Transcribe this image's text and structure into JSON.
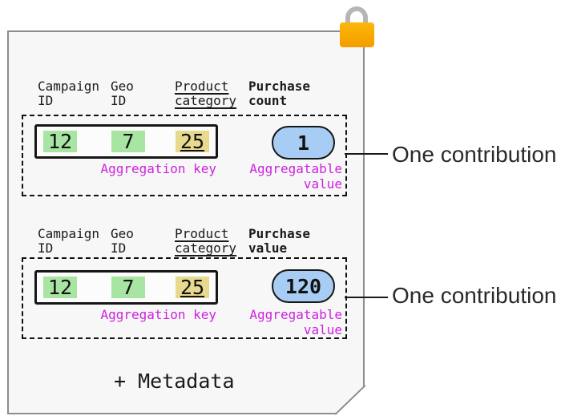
{
  "paper": {
    "metadata_label": "+ Metadata"
  },
  "lock": {
    "icon": "padlock-icon",
    "body_color": "#f9ab00",
    "shackle_color": "#b6b6b6"
  },
  "contributions": [
    {
      "headers": [
        {
          "text": "Campaign\nID"
        },
        {
          "text": "Geo\nID"
        },
        {
          "text": "Product\ncategory"
        },
        {
          "text": "Purchase\ncount"
        }
      ],
      "key_cells": [
        {
          "value": "12",
          "color": "#a8e5a2"
        },
        {
          "value": "7",
          "color": "#a8e5a2"
        },
        {
          "value": "25",
          "color": "#e7da8e"
        }
      ],
      "aggregation_key_label": "Aggregation key",
      "aggregatable_value_label": "Aggregatable\nvalue",
      "aggregatable_value": "1",
      "annotation": "One contribution"
    },
    {
      "headers": [
        {
          "text": "Campaign\nID"
        },
        {
          "text": "Geo\nID"
        },
        {
          "text": "Product\ncategory"
        },
        {
          "text": "Purchase\nvalue"
        }
      ],
      "key_cells": [
        {
          "value": "12",
          "color": "#a8e5a2"
        },
        {
          "value": "7",
          "color": "#a8e5a2"
        },
        {
          "value": "25",
          "color": "#e7da8e"
        }
      ],
      "aggregation_key_label": "Aggregation key",
      "aggregatable_value_label": "Aggregatable\nvalue",
      "aggregatable_value": "120",
      "annotation": "One contribution"
    }
  ],
  "colors": {
    "paper_background": "#f7f7f7",
    "paper_border": "#8d8d8d",
    "key_cell_green": "#a8e5a2",
    "key_cell_yellow": "#e7da8e",
    "value_pill_blue": "#a7cdf5",
    "label_magenta": "#cc22dd",
    "lock_orange": "#f9ab00"
  }
}
